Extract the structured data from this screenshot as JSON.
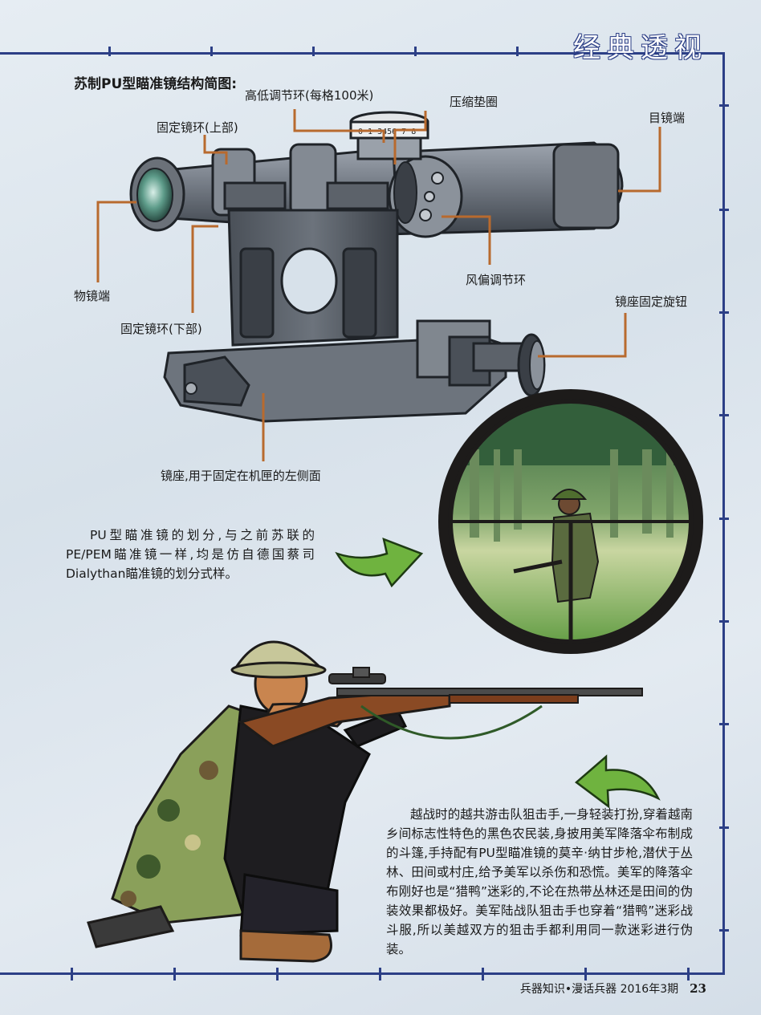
{
  "header": {
    "section_title": "经典透视"
  },
  "diagram": {
    "title": "苏制PU型瞄准镜结构简图:",
    "labels": {
      "elevation_ring": "高低调节环(每格100米)",
      "compression_washer": "压缩垫圈",
      "ring_upper": "固定镜环(上部)",
      "eyepiece": "目镜端",
      "objective": "物镜端",
      "windage_ring": "风偏调节环",
      "ring_lower": "固定镜环(下部)",
      "mount_knob": "镜座固定旋钮",
      "mount_base": "镜座,用于固定在机匣的左侧面"
    },
    "dial_numbers": "0 1 3456 7 8"
  },
  "reticle_caption": "PU型瞄准镜的划分,与之前苏联的PE/PEM瞄准镜一样,均是仿自德国蔡司Dialythan瞄准镜的划分式样。",
  "sniper_caption": "越战时的越共游击队狙击手,一身轻装打扮,穿着越南乡间标志性特色的黑色农民装,身披用美军降落伞布制成的斗篷,手持配有PU型瞄准镜的莫辛·纳甘步枪,潜伏于丛林、田间或村庄,给予美军以杀伤和恐慌。美军的降落伞布刚好也是“猎鸭”迷彩的,不论在热带丛林还是田间的伪装效果都极好。美军陆战队狙击手也穿着“猎鸭”迷彩战斗服,所以美越双方的狙击手都利用同一款迷彩进行伪装。",
  "footer": {
    "publication": "兵器知识•漫话兵器 2016年3期",
    "page_number": "23"
  },
  "colors": {
    "frame": "#2c3f86",
    "leader": "#b86a2e",
    "arrow": "#5ea33a"
  }
}
